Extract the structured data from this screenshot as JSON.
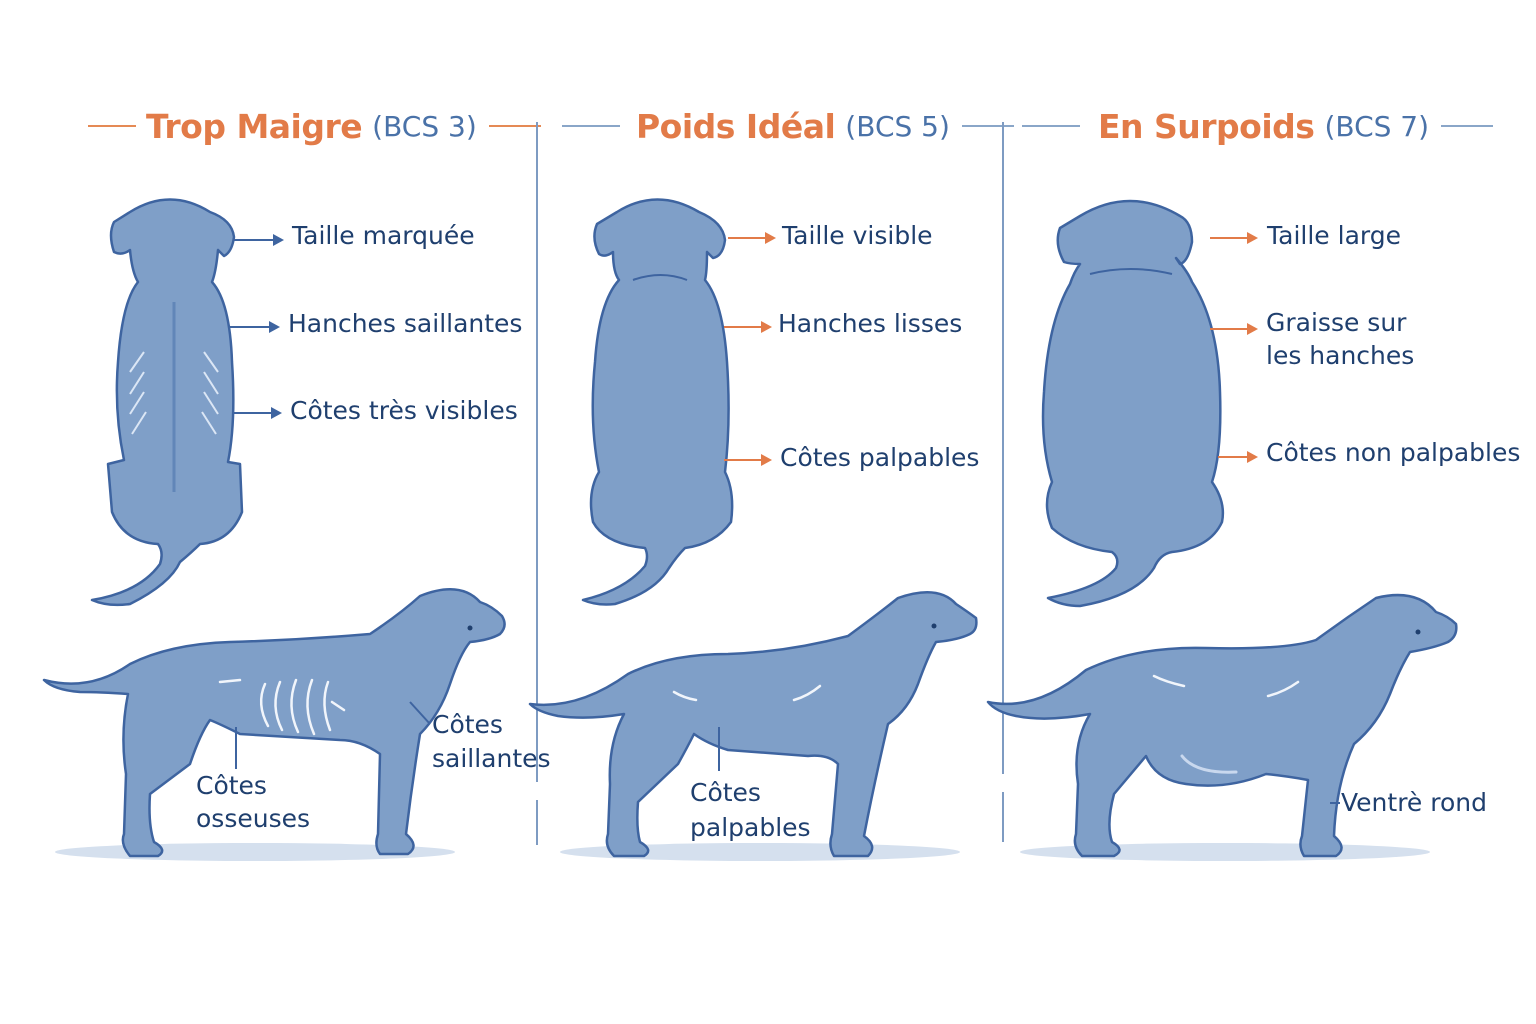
{
  "colors": {
    "title_accent": "#e27b48",
    "bcs_text": "#4a72a8",
    "label_text": "#1f3f6e",
    "dog_fill": "#7f9fc8",
    "dog_outline": "#3e64a0",
    "arrow_underweight": "#3e64a0",
    "arrow_ideal_overweight": "#e27b48",
    "divider": "#7e9bc2",
    "ground_shadow": "#d5e0ee"
  },
  "panels": [
    {
      "title": "Trop Maigre",
      "bcs": "(BCS 3)",
      "top_view_labels": [
        "Taille marquée",
        "Hanches saillantes",
        "Côtes très visibles"
      ],
      "side_view_labels": [
        {
          "line1": "Côtes",
          "line2": "osseuses"
        },
        {
          "line1": "Côtes",
          "line2": "saillantes"
        }
      ]
    },
    {
      "title": "Poids Idéal",
      "bcs": "(BCS 5)",
      "top_view_labels": [
        "Taille visible",
        "Hanches lisses",
        "Côtes palpables"
      ],
      "side_view_labels": [
        {
          "line1": "Côtes",
          "line2": "palpables"
        }
      ]
    },
    {
      "title": "En Surpoids",
      "bcs": "(BCS 7)",
      "top_view_labels": [
        "Taille large",
        "Graisse sur",
        "les hanches",
        "Côtes non palpables"
      ],
      "side_view_labels": [
        {
          "line1": "Ventrè rond"
        }
      ]
    }
  ]
}
